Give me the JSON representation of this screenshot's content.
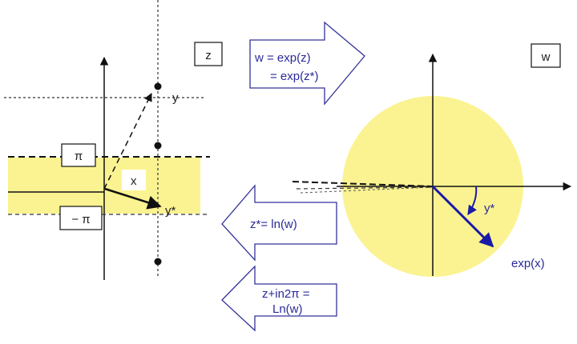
{
  "colors": {
    "fill_yellow": "#fbf391",
    "axis": "#111111",
    "vector_blue": "#1a1aa8",
    "outline_blue": "#33339a"
  },
  "z_plane": {
    "plane_label": "z",
    "pi_label": "π",
    "neg_pi_label": "− π",
    "x_label": "x",
    "y_label": "y",
    "ystar_label": "y*"
  },
  "w_plane": {
    "plane_label": "w",
    "ystar_label": "y*",
    "exp_label": "exp(x)"
  },
  "arrows": {
    "forward_line1": "w  = exp(z)",
    "forward_line2": "= exp(z*)",
    "back1_text": "z*= ln(w)",
    "back2_line1": "z+in2π =",
    "back2_line2": "Ln(w)"
  }
}
